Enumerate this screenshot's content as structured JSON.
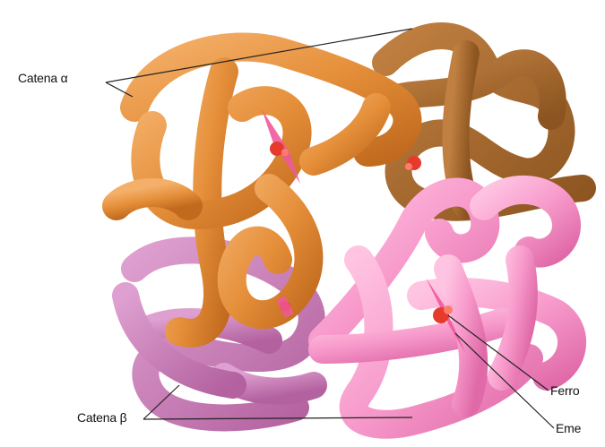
{
  "labels": {
    "alpha_chain": "Catena α",
    "beta_chain": "Catena β",
    "iron": "Ferro",
    "heme": "Eme"
  },
  "colors": {
    "alpha_front": "#e58f3a",
    "alpha_back": "#a8672a",
    "beta_back": "#c97bb8",
    "beta_front": "#f79acb",
    "heme_plate": "#f0599c",
    "iron_atom": "#e63b2c",
    "leader_line": "#222222"
  },
  "structure": "hemoglobin tetramer: two alpha chains, two beta chains, each with a heme group containing iron"
}
